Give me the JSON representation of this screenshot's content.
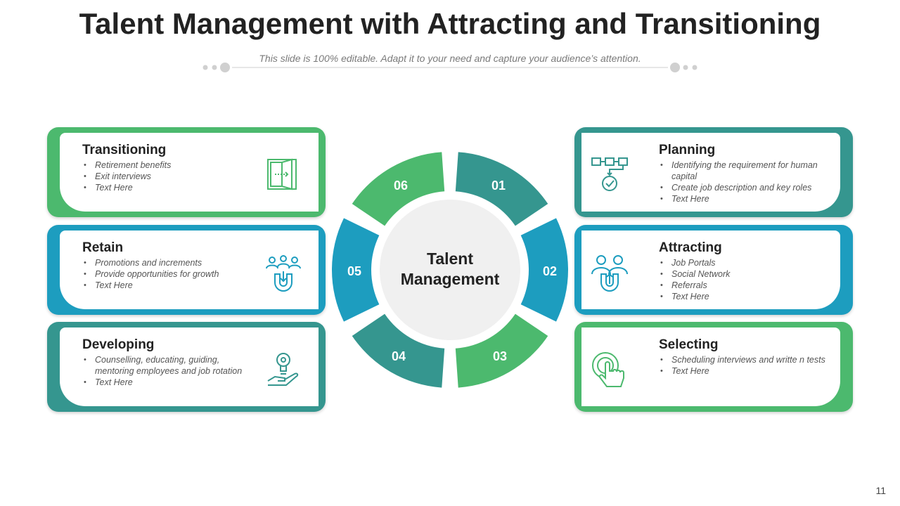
{
  "header": {
    "title": "Talent Management with Attracting and Transitioning",
    "subtitle": "This slide is 100% editable. Adapt it to your need and capture your audience’s attention."
  },
  "center": {
    "line1": "Talent",
    "line2": "Management"
  },
  "segments": [
    "01",
    "02",
    "03",
    "04",
    "05",
    "06"
  ],
  "colors": {
    "green": "#4cb96e",
    "blue": "#1d9dbf",
    "teal": "#35968f"
  },
  "cards": {
    "planning": {
      "title": "Planning",
      "items": [
        "Identifying the requirement for human capital",
        "Create job description and key roles",
        "Text Here"
      ],
      "icon": "workflow-icon"
    },
    "attracting": {
      "title": "Attracting",
      "items": [
        "Job Portals",
        "Social Network",
        "Referrals",
        "Text Here"
      ],
      "icon": "magnet-people-icon"
    },
    "selecting": {
      "title": "Selecting",
      "items": [
        "Scheduling interviews and writte n tests",
        "Text Here"
      ],
      "icon": "touch-select-icon"
    },
    "transitioning": {
      "title": "Transitioning",
      "items": [
        "Retirement benefits",
        "Exit interviews",
        "Text Here"
      ],
      "icon": "door-exit-icon"
    },
    "retain": {
      "title": "Retain",
      "items": [
        "Promotions and increments",
        "Provide opportunities for growth",
        "Text Here"
      ],
      "icon": "magnet-retain-icon"
    },
    "developing": {
      "title": "Developing",
      "items": [
        "Counselling, educating, guiding, mentoring employees and job rotation",
        "Text Here"
      ],
      "icon": "idea-hand-icon"
    }
  },
  "page_number": "11"
}
